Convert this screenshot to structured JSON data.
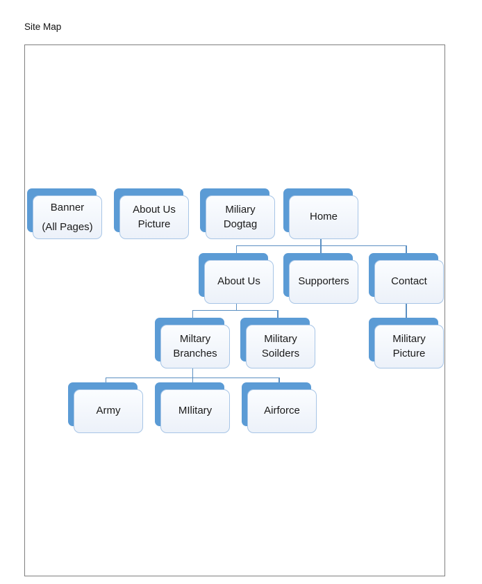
{
  "page": {
    "title": "Site Map"
  },
  "diagram": {
    "type": "sitemap-tree",
    "colors": {
      "shape_accent": "#5b9bd5",
      "shape_fill": "#eef3fb",
      "shape_border": "#a7c5e6",
      "connector": "#5b8fc2",
      "frame_border": "#7f7f7f",
      "text": "#1a1a1a"
    },
    "nodes": {
      "banner": {
        "label": "Banner\n(All Pages)"
      },
      "about_us_picture": {
        "label": "About Us\nPicture"
      },
      "miliary_dogtag": {
        "label": "Miliary\nDogtag"
      },
      "home": {
        "label": "Home"
      },
      "about_us": {
        "label": "About Us"
      },
      "supporters": {
        "label": "Supporters"
      },
      "contact": {
        "label": "Contact"
      },
      "miltary_branches": {
        "label": "Miltary\nBranches"
      },
      "military_soilders": {
        "label": "Military\nSoilders"
      },
      "military_picture": {
        "label": "Military\nPicture"
      },
      "army": {
        "label": "Army"
      },
      "military": {
        "label": "MIlitary"
      },
      "airforce": {
        "label": "Airforce"
      }
    },
    "edges": [
      {
        "from": "Home",
        "to": "About Us"
      },
      {
        "from": "Home",
        "to": "Supporters"
      },
      {
        "from": "Home",
        "to": "Contact"
      },
      {
        "from": "About Us",
        "to": "Miltary Branches"
      },
      {
        "from": "About Us",
        "to": "Military Soilders"
      },
      {
        "from": "Miltary Branches",
        "to": "Army"
      },
      {
        "from": "Miltary Branches",
        "to": "MIlitary"
      },
      {
        "from": "Miltary Branches",
        "to": "Airforce"
      },
      {
        "from": "Contact",
        "to": "Military Picture"
      }
    ]
  }
}
